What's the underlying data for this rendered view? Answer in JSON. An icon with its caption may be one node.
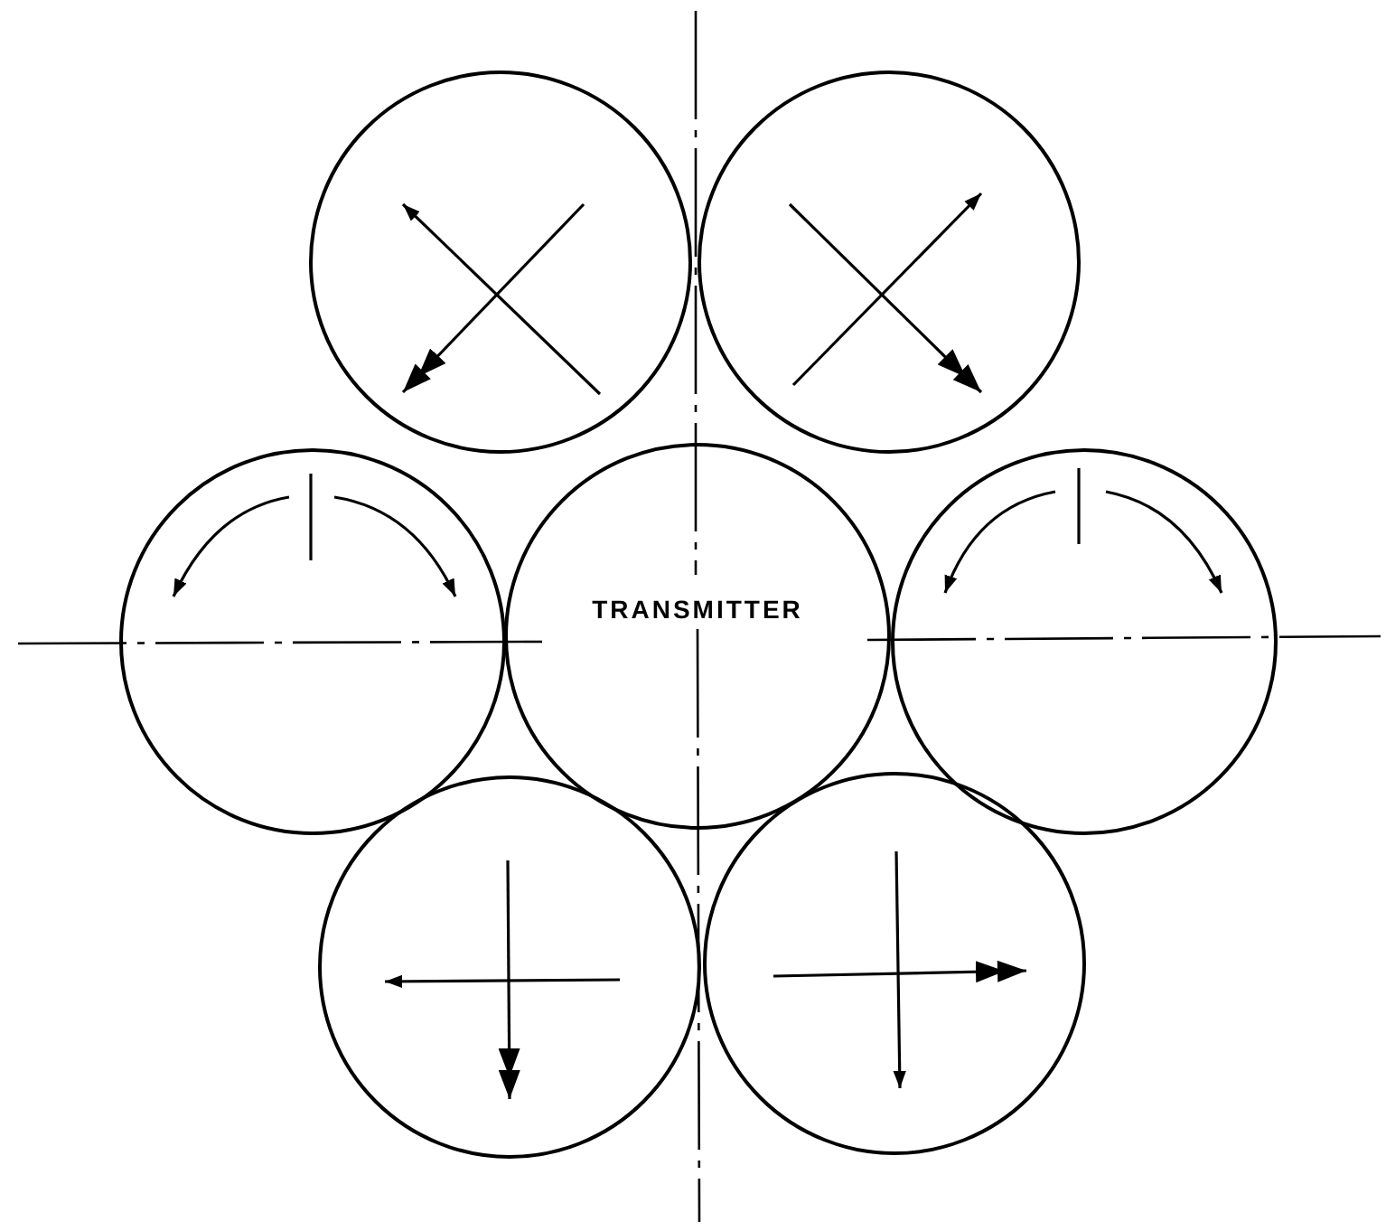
{
  "diagram": {
    "nodes": [
      {
        "text": [],
        "shape": "circle"
      },
      {
        "text": [],
        "shape": "circle"
      },
      {
        "text": [],
        "shape": "circle"
      },
      {
        "text": [
          "TRANSMITTER"
        ]
      },
      {
        "text": [],
        "shape": "circle"
      },
      {
        "text": [],
        "shape": "circle"
      },
      {
        "text": [],
        "shape": "circle"
      }
    ]
  }
}
